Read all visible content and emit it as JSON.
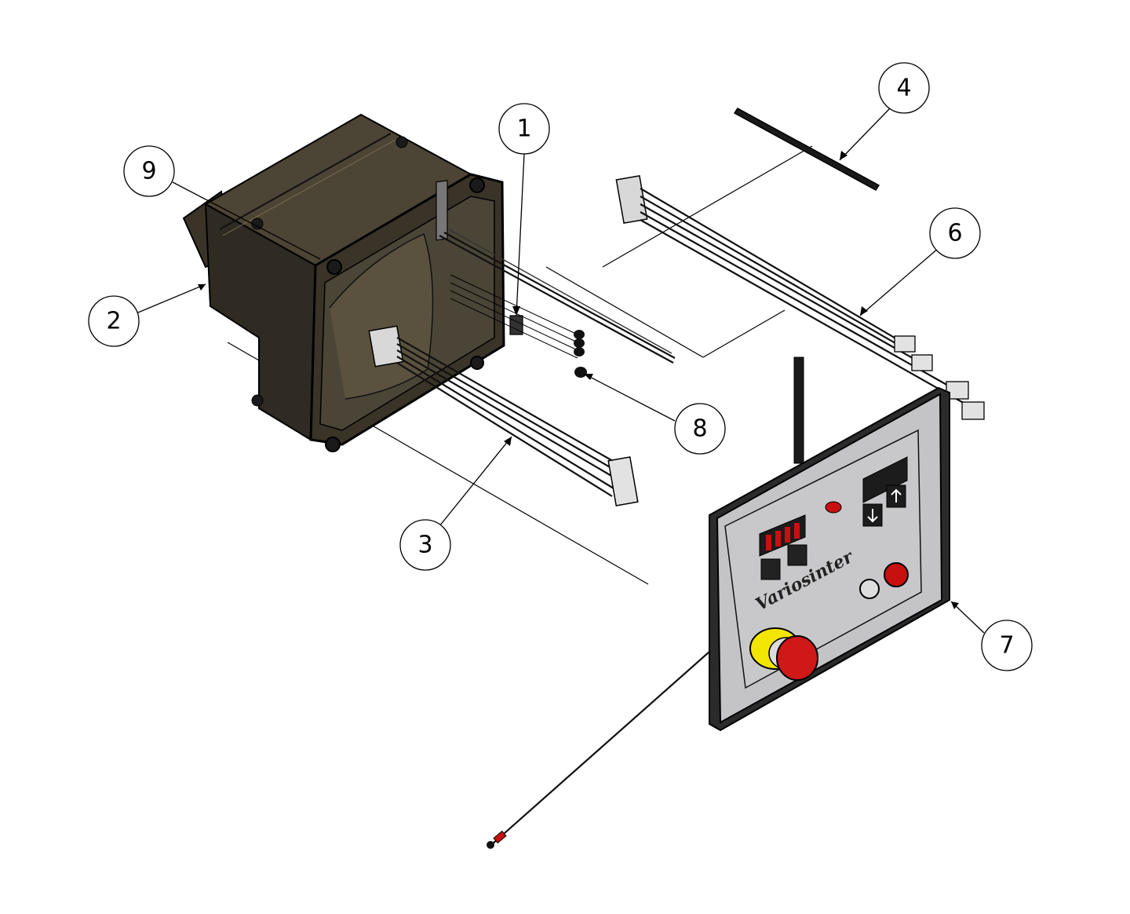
{
  "balloons": [
    {
      "id": "1",
      "label": "1"
    },
    {
      "id": "2",
      "label": "2"
    },
    {
      "id": "3",
      "label": "3"
    },
    {
      "id": "4",
      "label": "4"
    },
    {
      "id": "6",
      "label": "6"
    },
    {
      "id": "7",
      "label": "7"
    },
    {
      "id": "8",
      "label": "8"
    },
    {
      "id": "9",
      "label": "9"
    }
  ],
  "panel": {
    "brand_text": "Variosinter"
  },
  "colors": {
    "enclosure_dark": "#2f2a22",
    "enclosure_mid": "#4a4232",
    "panel_face": "#c4c4c6",
    "panel_frame": "#2b2b2b",
    "estop_red": "#d01818",
    "estop_yellow": "#f2e600",
    "display_red": "#c81010"
  }
}
